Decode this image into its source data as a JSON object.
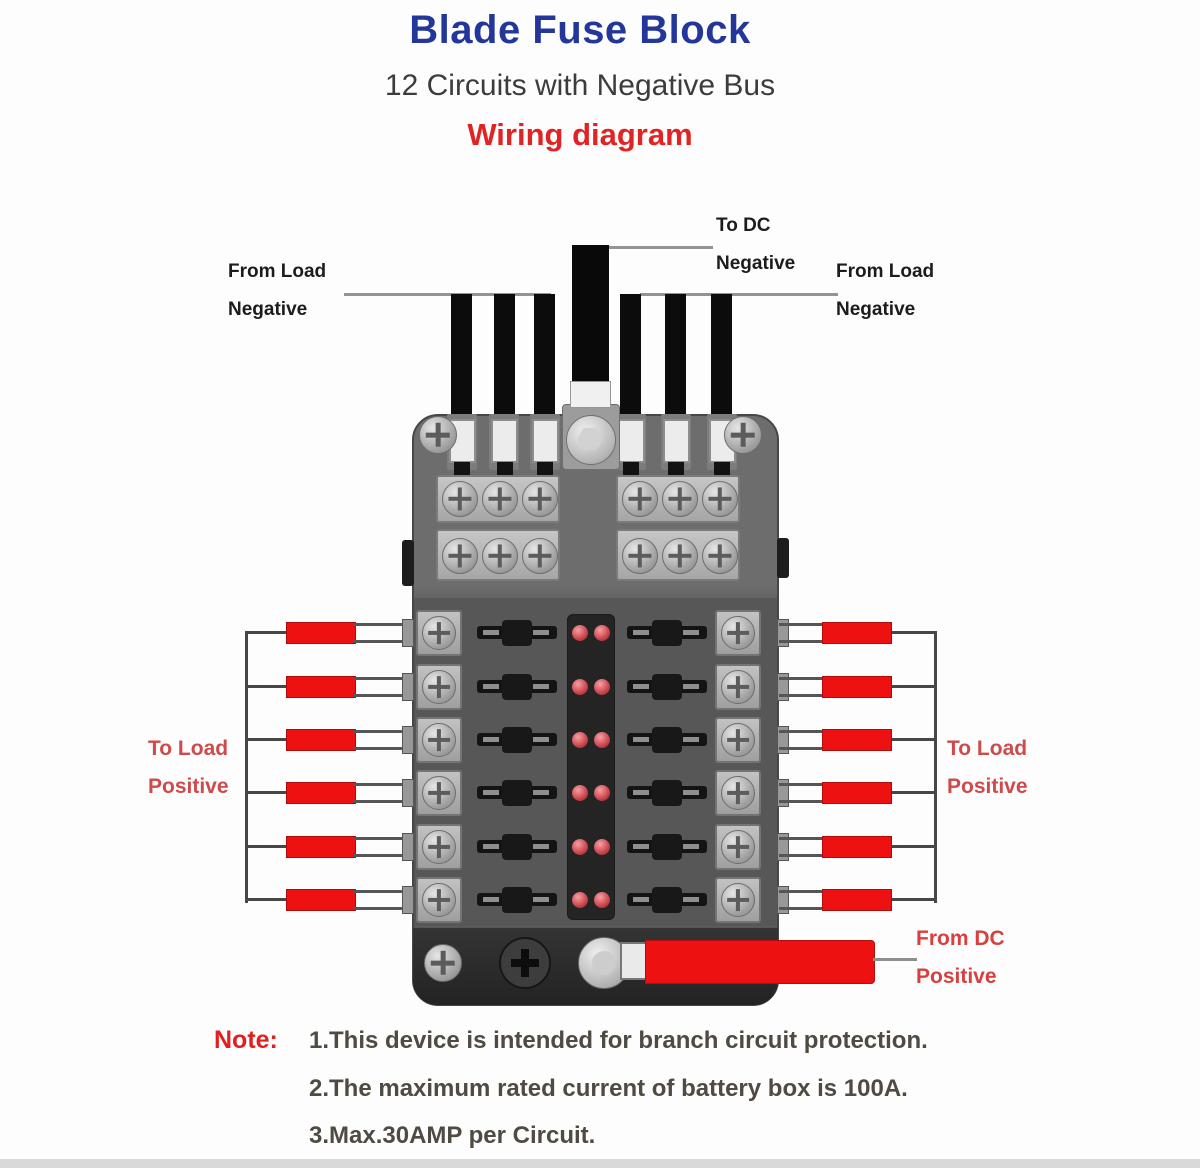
{
  "header": {
    "title": "Blade Fuse Block",
    "subtitle": "12 Circuits with Negative Bus",
    "diagram_label": "Wiring diagram"
  },
  "wire_labels": {
    "from_load_negative_left": {
      "line1": "From Load",
      "line2": "Negative"
    },
    "to_dc_negative": {
      "line1": "To DC",
      "line2": "Negative"
    },
    "from_load_negative_right": {
      "line1": "From Load",
      "line2": "Negative"
    },
    "to_load_positive_left": {
      "line1": "To Load",
      "line2": "Positive"
    },
    "to_load_positive_right": {
      "line1": "To Load",
      "line2": "Positive"
    },
    "from_dc_positive": {
      "line1": "From DC",
      "line2": "Positive"
    }
  },
  "notes": {
    "label": "Note:",
    "items": [
      "1.This device is intended for branch circuit protection.",
      "2.The maximum rated current of battery box is 100A.",
      "3.Max.30AMP per Circuit."
    ]
  },
  "device": {
    "circuits": 12,
    "fuse_rows": 6,
    "fuse_columns": 2,
    "led_indicators_per_row": 2,
    "top_negative_wires": 6,
    "main_negative_wires": 1,
    "dc_positive_feed_wires": 1,
    "icons": {
      "screw": "phillips-screw-icon",
      "fuse": "blade-fuse-icon",
      "led": "led-indicator-icon",
      "stud": "bus-stud-icon",
      "knob": "power-knob-icon"
    }
  },
  "colors": {
    "title_blue": "#23379a",
    "heading_red": "#e02424",
    "label_red": "#cf4a4a",
    "note_text": "#4f4a42",
    "label_black": "#1c1c1c",
    "wire_black": "#0c0c0c",
    "wire_red": "#ee1111",
    "device_gray": "#616161",
    "plate_gray": "#b2b2b2",
    "leader_line_gray": "#949494",
    "harness_line_gray": "#474747"
  }
}
